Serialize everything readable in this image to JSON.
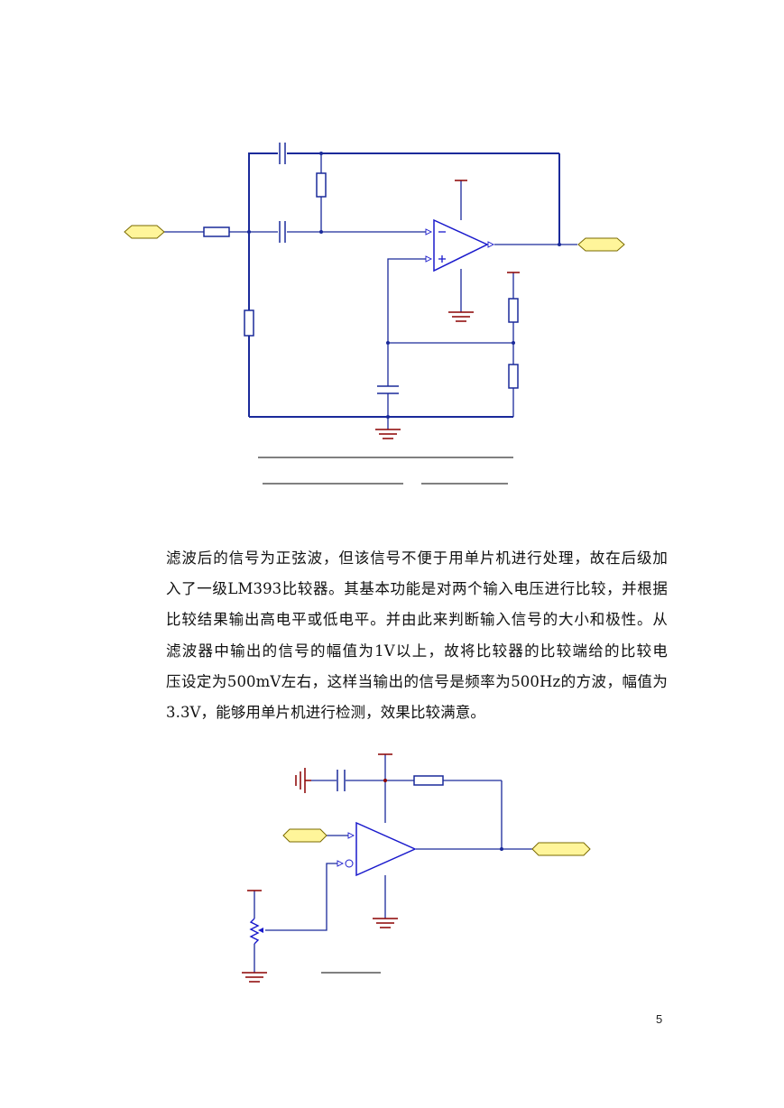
{
  "paragraph": {
    "lines": [
      "滤波后的信号为正弦波，但该信号不便于用单片机进行处理，故在后级加",
      "入了一级LM393比较器。其基本功能是对两个输入电压进行比较，并根据",
      "比较结果输出高电平或低电平。并由此来判断输入信号的大小和极性。从",
      "滤波器中输出的信号的幅值为1V以上，故将比较器的比较端给的比较电",
      "压设定为500mV左右，这样当输出的信号是频率为500Hz的方波，幅值为",
      "3.3V，能够用单片机进行检测，效果比较满意。"
    ]
  },
  "page_number": "5",
  "colors": {
    "wire": "#1a2a9a",
    "component": "#1a1acc",
    "power": "#8b0000",
    "port_fill": "#fff59a",
    "port_stroke": "#7a6a00"
  }
}
